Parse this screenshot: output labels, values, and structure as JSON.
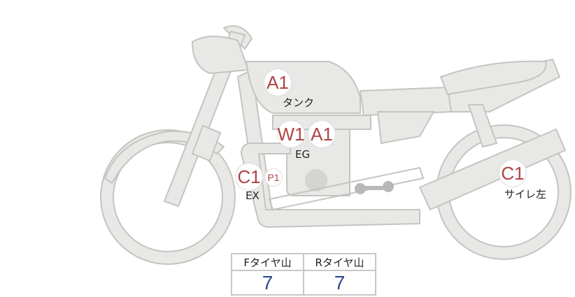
{
  "marks": {
    "tank_code": "A1",
    "tank_label": "タンク",
    "eg_code1": "W1",
    "eg_code2": "A1",
    "eg_label": "EG",
    "ex_code": "C1",
    "ex_code2": "P1",
    "ex_label": "EX",
    "muffler_code": "C1",
    "muffler_label": "サイレ左"
  },
  "tread": {
    "front_header": "Fタイヤ山",
    "rear_header": "Rタイヤ山",
    "front_value": "7",
    "rear_value": "7"
  },
  "colors": {
    "body": "#e8e8e6",
    "outline": "#c4c4c0",
    "mark_text": "#b04444",
    "value_text": "#2b4a8a"
  }
}
